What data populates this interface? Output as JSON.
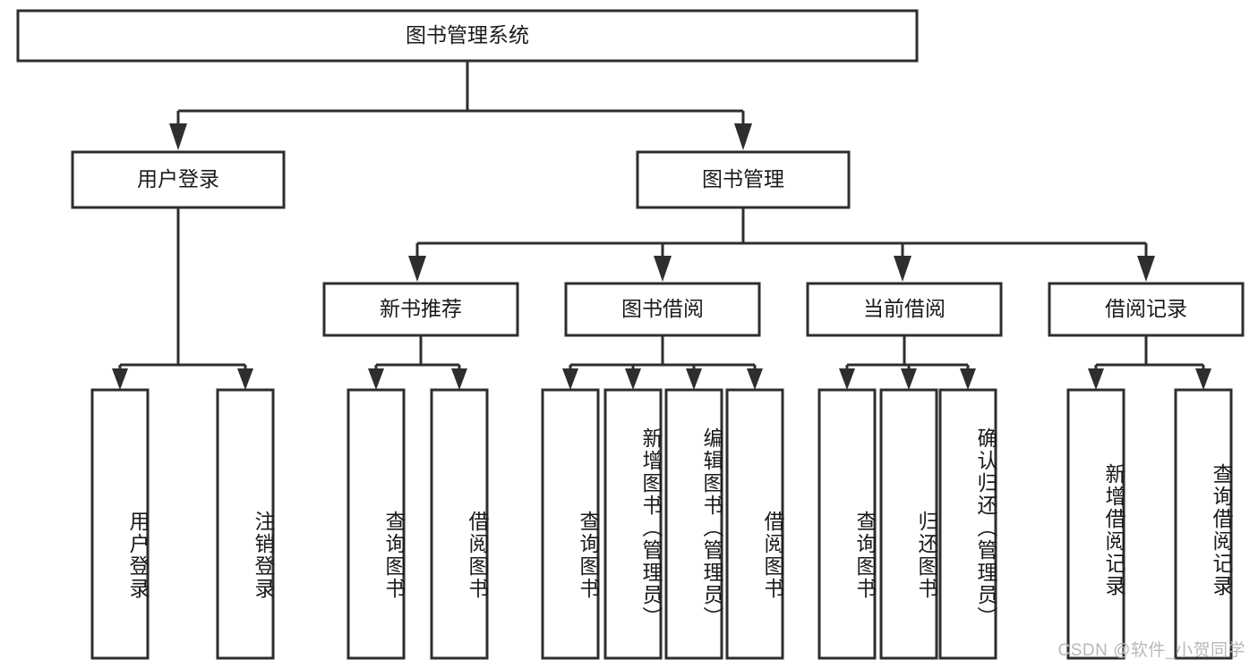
{
  "diagram": {
    "title": "图书管理系统",
    "type": "tree",
    "orientation": "top-down",
    "colors": {
      "box_stroke": "#2e2e2e",
      "box_fill": "#ffffff",
      "connector": "#2e2e2e",
      "text": "#1a1a1a",
      "background": "#ffffff",
      "watermark": "#b8b8b8"
    },
    "root": {
      "id": "root",
      "label": "图书管理系统",
      "orientation": "horizontal"
    },
    "level2": [
      {
        "id": "user-login",
        "label": "用户登录",
        "orientation": "horizontal"
      },
      {
        "id": "book-management",
        "label": "图书管理",
        "orientation": "horizontal"
      }
    ],
    "level3": [
      {
        "id": "new-book-recommend",
        "label": "新书推荐",
        "orientation": "horizontal",
        "parent": "book-management"
      },
      {
        "id": "book-borrow",
        "label": "图书借阅",
        "orientation": "horizontal",
        "parent": "book-management"
      },
      {
        "id": "current-borrow",
        "label": "当前借阅",
        "orientation": "horizontal",
        "parent": "book-management"
      },
      {
        "id": "borrow-record",
        "label": "借阅记录",
        "orientation": "horizontal",
        "parent": "book-management"
      }
    ],
    "leaves": [
      {
        "id": "leaf-user-login",
        "label": "用户登录",
        "orientation": "vertical",
        "parent": "user-login"
      },
      {
        "id": "leaf-logout",
        "label": "注销登录",
        "orientation": "vertical",
        "parent": "user-login"
      },
      {
        "id": "leaf-query-book-1",
        "label": "查询图书",
        "orientation": "vertical",
        "parent": "new-book-recommend"
      },
      {
        "id": "leaf-borrow-book-1",
        "label": "借阅图书",
        "orientation": "vertical",
        "parent": "new-book-recommend"
      },
      {
        "id": "leaf-query-book-2",
        "label": "查询图书",
        "orientation": "vertical",
        "parent": "book-borrow"
      },
      {
        "id": "leaf-add-book",
        "label": "新增图书（管理员）",
        "orientation": "vertical",
        "parent": "book-borrow"
      },
      {
        "id": "leaf-edit-book",
        "label": "编辑图书（管理员）",
        "orientation": "vertical",
        "parent": "book-borrow"
      },
      {
        "id": "leaf-borrow-book-2",
        "label": "借阅图书",
        "orientation": "vertical",
        "parent": "book-borrow"
      },
      {
        "id": "leaf-query-book-3",
        "label": "查询图书",
        "orientation": "vertical",
        "parent": "current-borrow"
      },
      {
        "id": "leaf-return-book",
        "label": "归还图书",
        "orientation": "vertical",
        "parent": "current-borrow"
      },
      {
        "id": "leaf-confirm-return",
        "label": "确认归还（管理员）",
        "orientation": "vertical",
        "parent": "current-borrow"
      },
      {
        "id": "leaf-add-record",
        "label": "新增借阅记录",
        "orientation": "vertical",
        "parent": "borrow-record"
      },
      {
        "id": "leaf-query-record",
        "label": "查询借阅记录",
        "orientation": "vertical",
        "parent": "borrow-record"
      }
    ]
  },
  "watermark": {
    "text": "CSDN @软件_小贺同学"
  }
}
